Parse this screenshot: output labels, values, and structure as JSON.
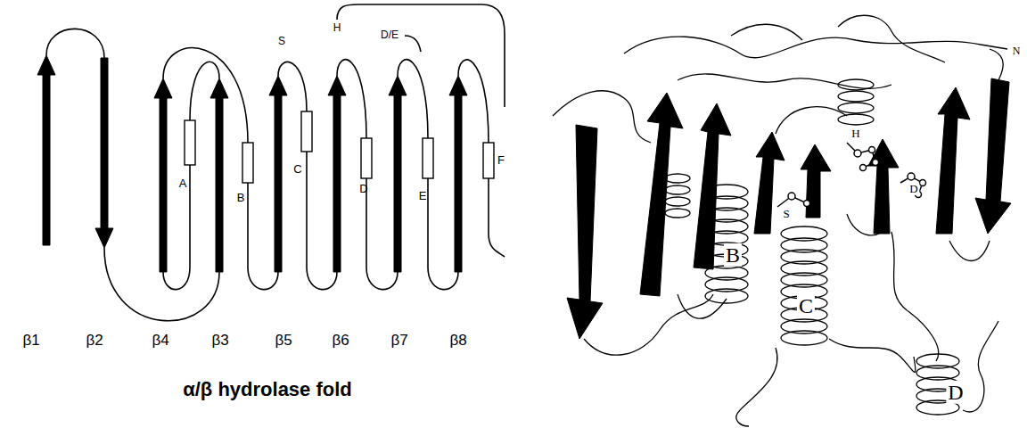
{
  "diagram": {
    "title": "α/β hydrolase fold",
    "labels": [
      "β1",
      "β2",
      "β4",
      "β3",
      "β5",
      "β6",
      "β7",
      "β8",
      "A",
      "B",
      "C",
      "D",
      "E",
      "F",
      "S",
      "H",
      "D/E",
      "H",
      "S",
      "D",
      "N",
      "B",
      "C",
      "D"
    ]
  }
}
